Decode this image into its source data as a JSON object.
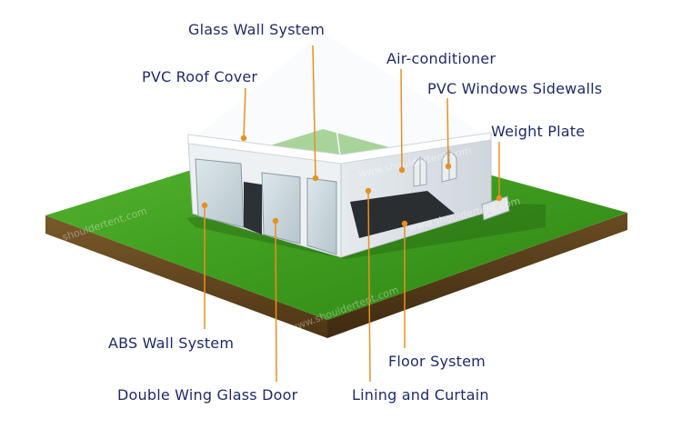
{
  "labels": {
    "glass_wall_system": "Glass Wall System",
    "pvc_roof_cover": "PVC Roof Cover",
    "air_conditioner": "Air-conditioner",
    "pvc_windows_sidewalls": "PVC Windows Sidewalls",
    "weight_plate": "Weight Plate",
    "abs_wall_system": "ABS Wall System",
    "floor_system": "Floor System",
    "double_wing_glass_door": "Double Wing Glass Door",
    "lining_and_curtain": "Lining and Curtain"
  },
  "watermark": {
    "text_1": "www.shouldertent.com",
    "text_2": "www.shouldertent.com",
    "text_3": "www.shouldertent.com",
    "text_4": "shouldertent.com"
  },
  "colors": {
    "label_text": "#1f2a6b",
    "leader_line": "#e8901e",
    "grass": "#3a9a1c",
    "soil": "#6b4a1e",
    "tent_white": "#f2f4f6"
  }
}
